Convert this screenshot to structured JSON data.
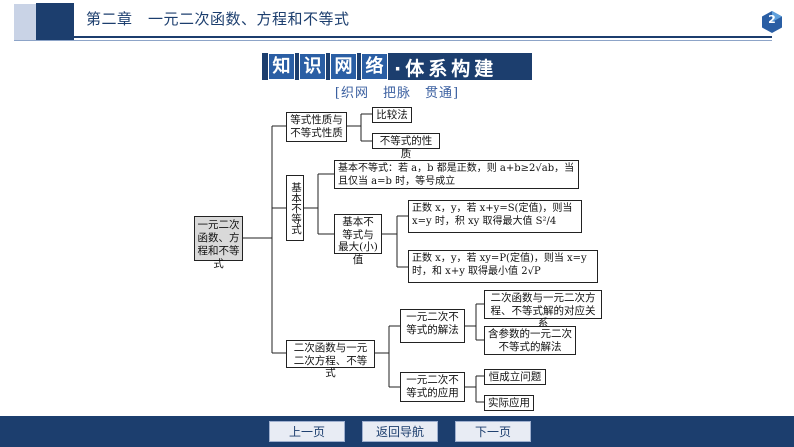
{
  "header": {
    "title": "第二章　一元二次函数、方程和不等式",
    "page_number": "2"
  },
  "section": {
    "chars": [
      "知",
      "识",
      "网",
      "络"
    ],
    "subtitle": "·体系构建",
    "tagline": "[织网　把脉　贯通]"
  },
  "mindmap": {
    "root": "一元二次函数、方程和不等式",
    "branch1": {
      "label": "等式性质与不等式性质",
      "children": [
        "比较法",
        "不等式的性质"
      ]
    },
    "branch2": {
      "label": "基本不等式",
      "definition": "基本不等式：若 a，b 都是正数，则 a+b≥2√ab，当且仅当 a=b 时，等号成立",
      "sub": {
        "label": "基本不等式与最大(小)值",
        "children": [
          "正数 x，y，若 x+y=S(定值)，则当 x=y 时，积 xy 取得最大值 S²/4",
          "正数 x，y，若 xy=P(定值)，则当 x=y 时，和 x+y 取得最小值 2√P"
        ]
      }
    },
    "branch3": {
      "label": "二次函数与一元二次方程、不等式",
      "sub1": {
        "label": "一元二次不等式的解法",
        "children": [
          "二次函数与一元二次方程、不等式解的对应关系",
          "含参数的一元二次不等式的解法"
        ]
      },
      "sub2": {
        "label": "一元二次不等式的应用",
        "children": [
          "恒成立问题",
          "实际应用"
        ]
      }
    }
  },
  "nav": {
    "prev": "上一页",
    "home": "返回导航",
    "next": "下一页"
  },
  "colors": {
    "brand": "#1c3e6e",
    "accent": "#2a5ea4",
    "root_fill": "#d9d9d9"
  }
}
